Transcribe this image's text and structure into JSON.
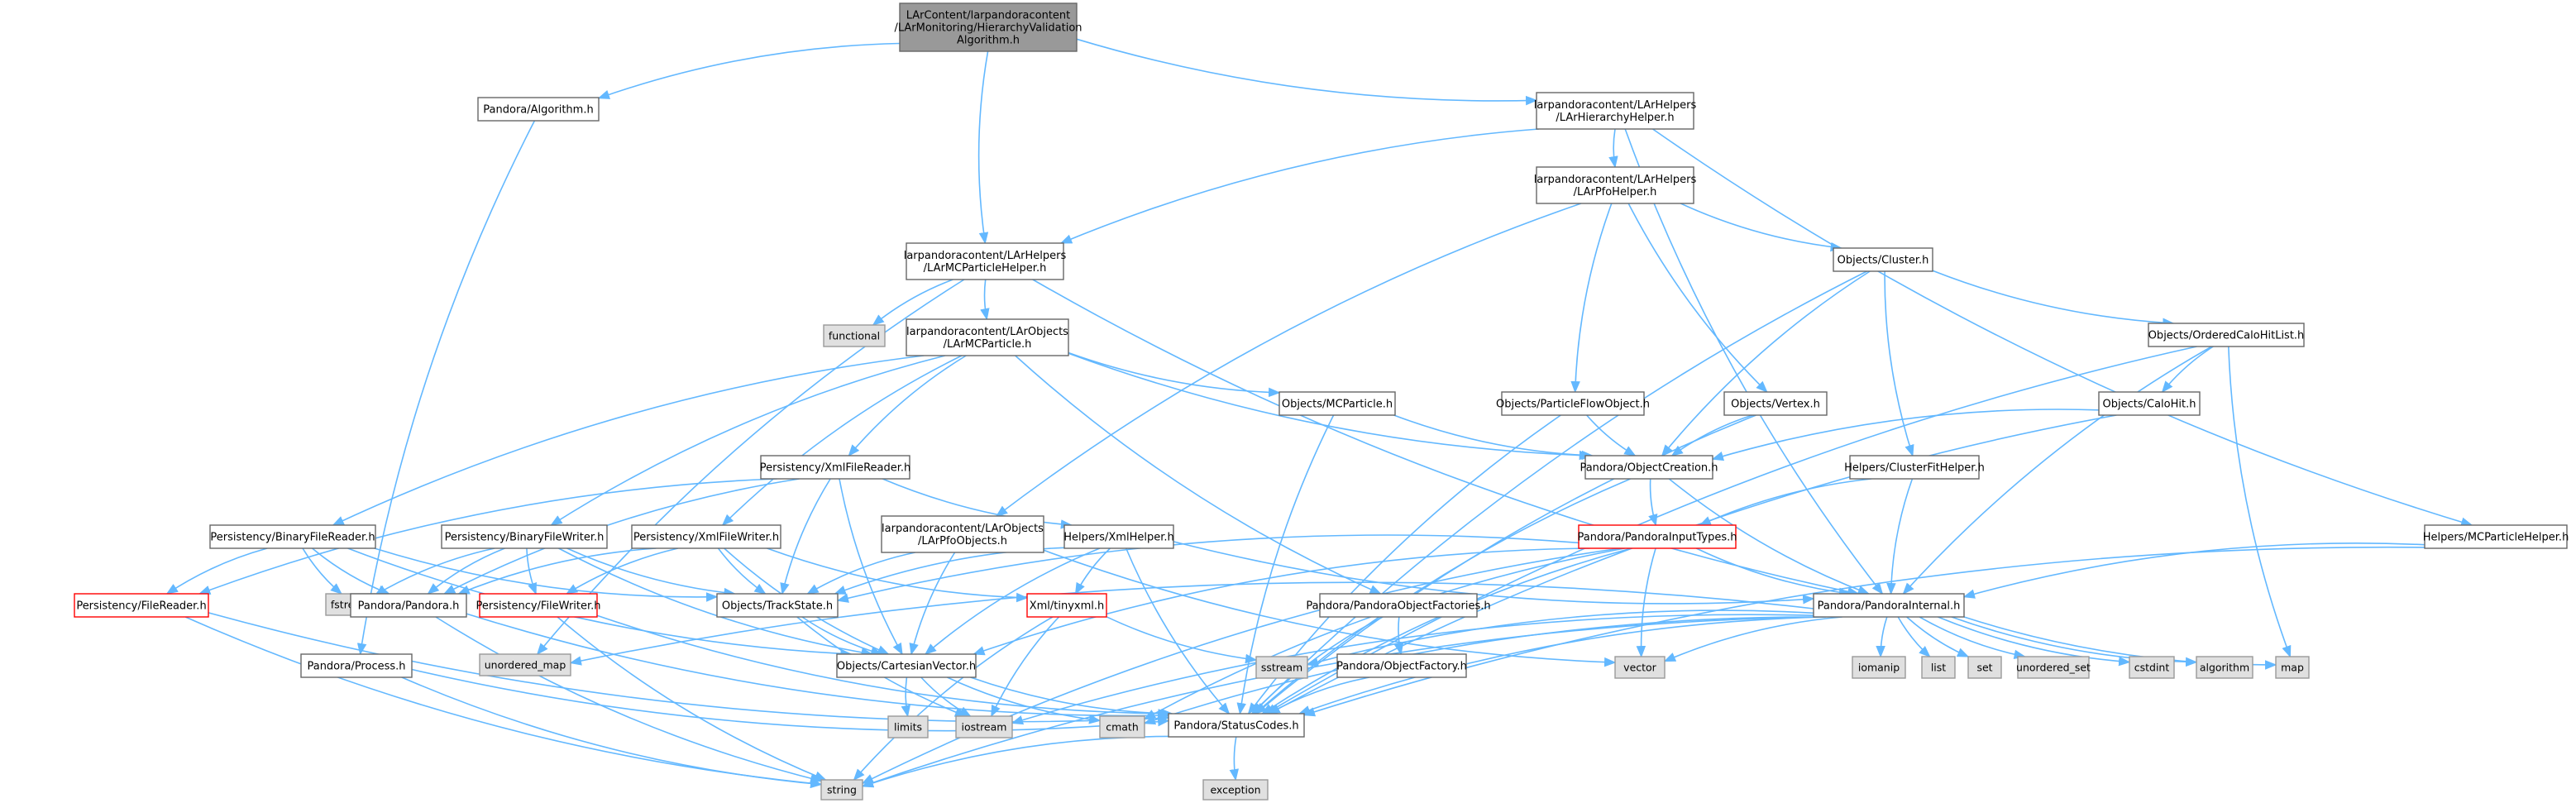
{
  "colors": {
    "edge": "#63b8ff",
    "node_border": "#666666",
    "incomplete_border": "#ff0000",
    "system_fill": "#e0e0e0",
    "root_fill": "#999999"
  },
  "nodes": [
    {
      "id": "root",
      "kind": "root",
      "lines": [
        "LArContent/larpandoracontent",
        "/LArMonitoring/HierarchyValidation",
        "Algorithm.h"
      ]
    },
    {
      "id": "alg",
      "kind": "normal",
      "lines": [
        "Pandora/Algorithm.h"
      ]
    },
    {
      "id": "hierh",
      "kind": "normal",
      "lines": [
        "larpandoracontent/LArHelpers",
        "/LArHierarchyHelper.h"
      ]
    },
    {
      "id": "pfoh",
      "kind": "normal",
      "lines": [
        "larpandoracontent/LArHelpers",
        "/LArPfoHelper.h"
      ]
    },
    {
      "id": "mcph",
      "kind": "normal",
      "lines": [
        "larpandoracontent/LArHelpers",
        "/LArMCParticleHelper.h"
      ]
    },
    {
      "id": "functional",
      "kind": "grey",
      "lines": [
        "functional"
      ]
    },
    {
      "id": "larmcp",
      "kind": "normal",
      "lines": [
        "larpandoracontent/LArObjects",
        "/LArMCParticle.h"
      ]
    },
    {
      "id": "cluster",
      "kind": "normal",
      "lines": [
        "Objects/Cluster.h"
      ]
    },
    {
      "id": "ocl",
      "kind": "normal",
      "lines": [
        "Objects/OrderedCaloHitList.h"
      ]
    },
    {
      "id": "calohit",
      "kind": "normal",
      "lines": [
        "Objects/CaloHit.h"
      ]
    },
    {
      "id": "mcparticle",
      "kind": "normal",
      "lines": [
        "Objects/MCParticle.h"
      ]
    },
    {
      "id": "pfo",
      "kind": "normal",
      "lines": [
        "Objects/ParticleFlowObject.h"
      ]
    },
    {
      "id": "vertex",
      "kind": "normal",
      "lines": [
        "Objects/Vertex.h"
      ]
    },
    {
      "id": "objcreation",
      "kind": "normal",
      "lines": [
        "Pandora/ObjectCreation.h"
      ]
    },
    {
      "id": "xmlreader",
      "kind": "normal",
      "lines": [
        "Persistency/XmlFileReader.h"
      ]
    },
    {
      "id": "clusterfit",
      "kind": "normal",
      "lines": [
        "Helpers/ClusterFitHelper.h"
      ]
    },
    {
      "id": "inputtypes",
      "kind": "red",
      "lines": [
        "Pandora/PandoraInputTypes.h"
      ]
    },
    {
      "id": "binreader",
      "kind": "normal",
      "lines": [
        "Persistency/BinaryFileReader.h"
      ]
    },
    {
      "id": "binwriter",
      "kind": "normal",
      "lines": [
        "Persistency/BinaryFileWriter.h"
      ]
    },
    {
      "id": "xmlwriter",
      "kind": "normal",
      "lines": [
        "Persistency/XmlFileWriter.h"
      ]
    },
    {
      "id": "larpfoobj",
      "kind": "normal",
      "lines": [
        "larpandoracontent/LArObjects",
        "/LArPfoObjects.h"
      ]
    },
    {
      "id": "xmlhelper",
      "kind": "normal",
      "lines": [
        "Helpers/XmlHelper.h"
      ]
    },
    {
      "id": "mcphelper2",
      "kind": "normal",
      "lines": [
        "Helpers/MCParticleHelper.h"
      ]
    },
    {
      "id": "filereader",
      "kind": "red",
      "lines": [
        "Persistency/FileReader.h"
      ]
    },
    {
      "id": "fstream",
      "kind": "grey",
      "lines": [
        "fstream"
      ]
    },
    {
      "id": "pandorah",
      "kind": "normal",
      "lines": [
        "Pandora/Pandora.h"
      ]
    },
    {
      "id": "filewriter",
      "kind": "red",
      "lines": [
        "Persistency/FileWriter.h"
      ]
    },
    {
      "id": "trackstate",
      "kind": "normal",
      "lines": [
        "Objects/TrackState.h"
      ]
    },
    {
      "id": "tinyxml",
      "kind": "red",
      "lines": [
        "Xml/tinyxml.h"
      ]
    },
    {
      "id": "objfactories",
      "kind": "normal",
      "lines": [
        "Pandora/PandoraObjectFactories.h"
      ]
    },
    {
      "id": "pinternal",
      "kind": "normal",
      "lines": [
        "Pandora/PandoraInternal.h"
      ]
    },
    {
      "id": "umap",
      "kind": "grey",
      "lines": [
        "unordered_map"
      ]
    },
    {
      "id": "process",
      "kind": "normal",
      "lines": [
        "Pandora/Process.h"
      ]
    },
    {
      "id": "cartvec",
      "kind": "normal",
      "lines": [
        "Objects/CartesianVector.h"
      ]
    },
    {
      "id": "sstream",
      "kind": "grey",
      "lines": [
        "sstream"
      ]
    },
    {
      "id": "objfactory",
      "kind": "normal",
      "lines": [
        "Pandora/ObjectFactory.h"
      ]
    },
    {
      "id": "vector",
      "kind": "grey",
      "lines": [
        "vector"
      ]
    },
    {
      "id": "iomanip",
      "kind": "grey",
      "lines": [
        "iomanip"
      ]
    },
    {
      "id": "list",
      "kind": "grey",
      "lines": [
        "list"
      ]
    },
    {
      "id": "set",
      "kind": "grey",
      "lines": [
        "set"
      ]
    },
    {
      "id": "uset",
      "kind": "grey",
      "lines": [
        "unordered_set"
      ]
    },
    {
      "id": "cstdint",
      "kind": "grey",
      "lines": [
        "cstdint"
      ]
    },
    {
      "id": "algorithm",
      "kind": "grey",
      "lines": [
        "algorithm"
      ]
    },
    {
      "id": "map",
      "kind": "grey",
      "lines": [
        "map"
      ]
    },
    {
      "id": "limits",
      "kind": "grey",
      "lines": [
        "limits"
      ]
    },
    {
      "id": "iostream",
      "kind": "grey",
      "lines": [
        "iostream"
      ]
    },
    {
      "id": "cmath",
      "kind": "grey",
      "lines": [
        "cmath"
      ]
    },
    {
      "id": "statuscodes",
      "kind": "normal",
      "lines": [
        "Pandora/StatusCodes.h"
      ]
    },
    {
      "id": "string",
      "kind": "grey",
      "lines": [
        "string"
      ]
    },
    {
      "id": "exception",
      "kind": "grey",
      "lines": [
        "exception"
      ]
    }
  ],
  "edges": [
    [
      "root",
      "alg"
    ],
    [
      "root",
      "hierh"
    ],
    [
      "root",
      "mcph"
    ],
    [
      "alg",
      "process"
    ],
    [
      "hierh",
      "pfoh"
    ],
    [
      "hierh",
      "mcph"
    ],
    [
      "hierh",
      "mcphelper2"
    ],
    [
      "hierh",
      "pinternal"
    ],
    [
      "pfoh",
      "cluster"
    ],
    [
      "pfoh",
      "pfo"
    ],
    [
      "pfoh",
      "vertex"
    ],
    [
      "pfoh",
      "larpfoobj"
    ],
    [
      "mcph",
      "functional"
    ],
    [
      "mcph",
      "larmcp"
    ],
    [
      "mcph",
      "pinternal"
    ],
    [
      "mcph",
      "umap"
    ],
    [
      "larmcp",
      "mcparticle"
    ],
    [
      "larmcp",
      "objcreation"
    ],
    [
      "larmcp",
      "xmlreader"
    ],
    [
      "larmcp",
      "binreader"
    ],
    [
      "larmcp",
      "binwriter"
    ],
    [
      "larmcp",
      "xmlwriter"
    ],
    [
      "larmcp",
      "objfactories"
    ],
    [
      "cluster",
      "objcreation"
    ],
    [
      "cluster",
      "clusterfit"
    ],
    [
      "cluster",
      "ocl"
    ],
    [
      "cluster",
      "statuscodes"
    ],
    [
      "ocl",
      "calohit"
    ],
    [
      "ocl",
      "pinternal"
    ],
    [
      "ocl",
      "map"
    ],
    [
      "ocl",
      "statuscodes"
    ],
    [
      "calohit",
      "objcreation"
    ],
    [
      "calohit",
      "statuscodes"
    ],
    [
      "mcparticle",
      "objcreation"
    ],
    [
      "mcparticle",
      "statuscodes"
    ],
    [
      "pfo",
      "objcreation"
    ],
    [
      "pfo",
      "statuscodes"
    ],
    [
      "vertex",
      "objcreation"
    ],
    [
      "vertex",
      "statuscodes"
    ],
    [
      "objcreation",
      "inputtypes"
    ],
    [
      "objcreation",
      "pinternal"
    ],
    [
      "objcreation",
      "statuscodes"
    ],
    [
      "clusterfit",
      "inputtypes"
    ],
    [
      "clusterfit",
      "pinternal"
    ],
    [
      "inputtypes",
      "trackstate"
    ],
    [
      "inputtypes",
      "cartvec"
    ],
    [
      "inputtypes",
      "pinternal"
    ],
    [
      "inputtypes",
      "vector"
    ],
    [
      "inputtypes",
      "cmath"
    ],
    [
      "inputtypes",
      "string"
    ],
    [
      "inputtypes",
      "statuscodes"
    ],
    [
      "xmlreader",
      "filereader"
    ],
    [
      "xmlreader",
      "pandorah"
    ],
    [
      "xmlreader",
      "trackstate"
    ],
    [
      "xmlreader",
      "cartvec"
    ],
    [
      "xmlreader",
      "xmlhelper"
    ],
    [
      "binreader",
      "filereader"
    ],
    [
      "binreader",
      "fstream"
    ],
    [
      "binreader",
      "pandorah"
    ],
    [
      "binreader",
      "trackstate"
    ],
    [
      "binreader",
      "cartvec"
    ],
    [
      "binwriter",
      "filewriter"
    ],
    [
      "binwriter",
      "fstream"
    ],
    [
      "binwriter",
      "pandorah"
    ],
    [
      "binwriter",
      "trackstate"
    ],
    [
      "binwriter",
      "cartvec"
    ],
    [
      "xmlwriter",
      "filewriter"
    ],
    [
      "xmlwriter",
      "pandorah"
    ],
    [
      "xmlwriter",
      "trackstate"
    ],
    [
      "xmlwriter",
      "cartvec"
    ],
    [
      "xmlwriter",
      "tinyxml"
    ],
    [
      "larpfoobj",
      "trackstate"
    ],
    [
      "larpfoobj",
      "cartvec"
    ],
    [
      "larpfoobj",
      "vector"
    ],
    [
      "xmlhelper",
      "trackstate"
    ],
    [
      "xmlhelper",
      "cartvec"
    ],
    [
      "xmlhelper",
      "tinyxml"
    ],
    [
      "xmlhelper",
      "pinternal"
    ],
    [
      "xmlhelper",
      "statuscodes"
    ],
    [
      "mcphelper2",
      "pinternal"
    ],
    [
      "mcphelper2",
      "statuscodes"
    ],
    [
      "filereader",
      "statuscodes"
    ],
    [
      "filereader",
      "string"
    ],
    [
      "pandorah",
      "statuscodes"
    ],
    [
      "pandorah",
      "string"
    ],
    [
      "filewriter",
      "statuscodes"
    ],
    [
      "filewriter",
      "string"
    ],
    [
      "trackstate",
      "cartvec"
    ],
    [
      "trackstate",
      "iostream"
    ],
    [
      "tinyxml",
      "sstream"
    ],
    [
      "tinyxml",
      "iostream"
    ],
    [
      "tinyxml",
      "string"
    ],
    [
      "objfactories",
      "objfactory"
    ],
    [
      "objfactories",
      "statuscodes"
    ],
    [
      "objfactory",
      "statuscodes"
    ],
    [
      "pinternal",
      "umap"
    ],
    [
      "pinternal",
      "sstream"
    ],
    [
      "pinternal",
      "vector"
    ],
    [
      "pinternal",
      "iomanip"
    ],
    [
      "pinternal",
      "list"
    ],
    [
      "pinternal",
      "set"
    ],
    [
      "pinternal",
      "uset"
    ],
    [
      "pinternal",
      "cstdint"
    ],
    [
      "pinternal",
      "algorithm"
    ],
    [
      "pinternal",
      "map"
    ],
    [
      "pinternal",
      "iostream"
    ],
    [
      "pinternal",
      "cmath"
    ],
    [
      "pinternal",
      "string"
    ],
    [
      "pinternal",
      "statuscodes"
    ],
    [
      "process",
      "statuscodes"
    ],
    [
      "process",
      "string"
    ],
    [
      "cartvec",
      "limits"
    ],
    [
      "cartvec",
      "iostream"
    ],
    [
      "cartvec",
      "cmath"
    ],
    [
      "cartvec",
      "statuscodes"
    ],
    [
      "statuscodes",
      "string"
    ],
    [
      "statuscodes",
      "exception"
    ]
  ]
}
